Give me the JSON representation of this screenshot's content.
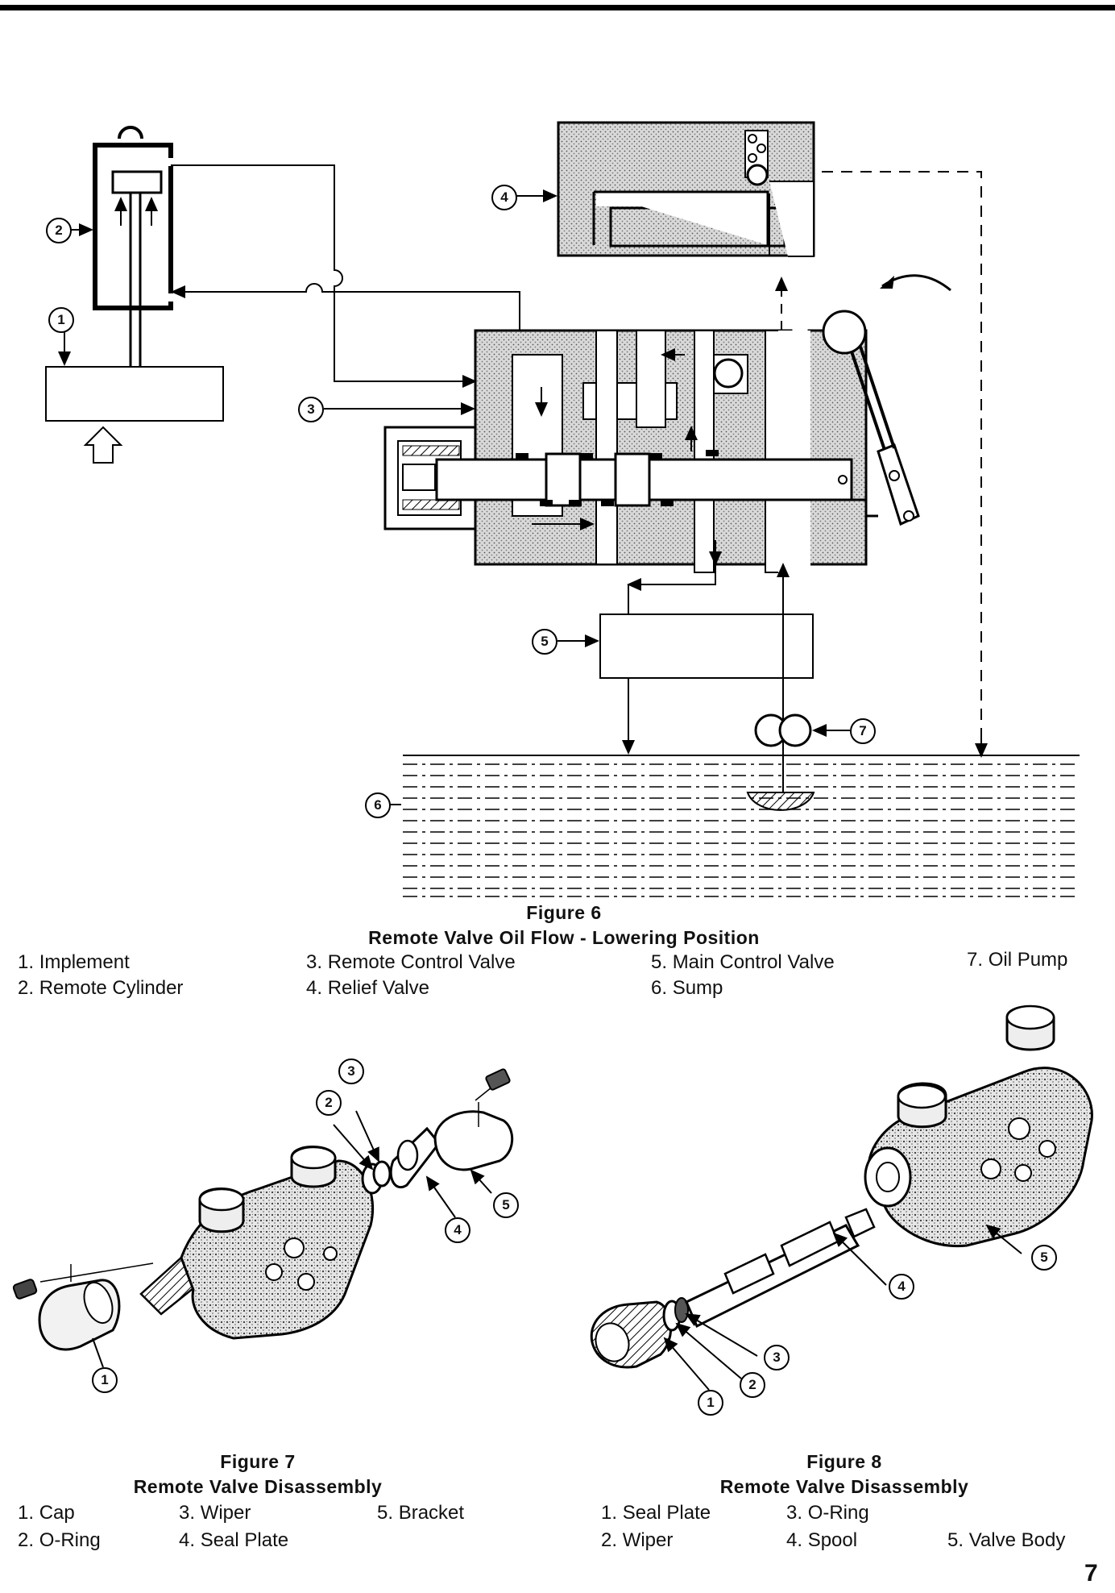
{
  "figure6": {
    "caption_number": "Figure 6",
    "caption_title": "Remote Valve Oil Flow - Lowering Position",
    "legend": [
      {
        "num": "1.",
        "text": "Implement"
      },
      {
        "num": "2.",
        "text": "Remote Cylinder"
      },
      {
        "num": "3.",
        "text": "Remote Control Valve"
      },
      {
        "num": "4.",
        "text": "Relief Valve"
      },
      {
        "num": "5.",
        "text": "Main Control Valve"
      },
      {
        "num": "6.",
        "text": "Sump"
      },
      {
        "num": "7.",
        "text": "Oil Pump"
      }
    ],
    "callouts": [
      "1",
      "2",
      "3",
      "4",
      "5",
      "6",
      "7"
    ]
  },
  "figure7": {
    "caption_number": "Figure 7",
    "caption_title": "Remote Valve Disassembly",
    "legend": [
      {
        "num": "1.",
        "text": "Cap"
      },
      {
        "num": "2.",
        "text": "O-Ring"
      },
      {
        "num": "3.",
        "text": "Wiper"
      },
      {
        "num": "4.",
        "text": "Seal Plate"
      },
      {
        "num": "5.",
        "text": "Bracket"
      }
    ],
    "callouts": [
      "1",
      "2",
      "3",
      "4",
      "5"
    ]
  },
  "figure8": {
    "caption_number": "Figure 8",
    "caption_title": "Remote Valve Disassembly",
    "legend": [
      {
        "num": "1.",
        "text": "Seal Plate"
      },
      {
        "num": "2.",
        "text": "Wiper"
      },
      {
        "num": "3.",
        "text": "O-Ring"
      },
      {
        "num": "4.",
        "text": "Spool"
      },
      {
        "num": "5.",
        "text": "Valve Body"
      }
    ],
    "callouts": [
      "1",
      "2",
      "3",
      "4",
      "5"
    ]
  },
  "page_number": "7"
}
